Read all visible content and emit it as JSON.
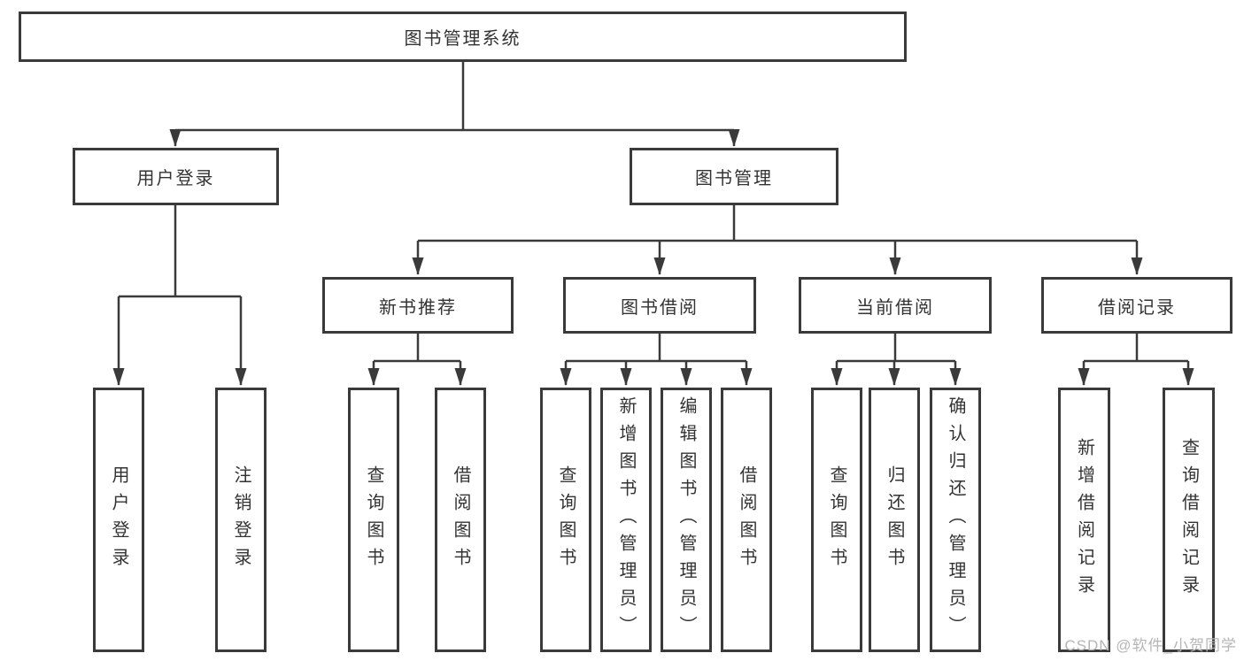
{
  "diagram": {
    "root": {
      "label": "图书管理系统"
    },
    "branches": [
      {
        "label": "用户登录",
        "children": [
          {
            "label": "用户登录"
          },
          {
            "label": "注销登录"
          }
        ]
      },
      {
        "label": "图书管理",
        "children": [
          {
            "label": "新书推荐",
            "children": [
              {
                "label": "查询图书"
              },
              {
                "label": "借阅图书"
              }
            ]
          },
          {
            "label": "图书借阅",
            "children": [
              {
                "label": "查询图书"
              },
              {
                "label": "新增图书（管理员）"
              },
              {
                "label": "编辑图书（管理员）"
              },
              {
                "label": "借阅图书"
              }
            ]
          },
          {
            "label": "当前借阅",
            "children": [
              {
                "label": "查询图书"
              },
              {
                "label": "归还图书"
              },
              {
                "label": "确认归还（管理员）"
              }
            ]
          },
          {
            "label": "借阅记录",
            "children": [
              {
                "label": "新增借阅记录"
              },
              {
                "label": "查询借阅记录"
              }
            ]
          }
        ]
      }
    ]
  },
  "watermark": {
    "text": "CSDN @软件_小贺同学"
  },
  "colors": {
    "line": "#3a3a3a",
    "text": "#333333",
    "box_fill": "#ffffff",
    "background": "#ffffff",
    "watermark": "#b5b5b5"
  }
}
